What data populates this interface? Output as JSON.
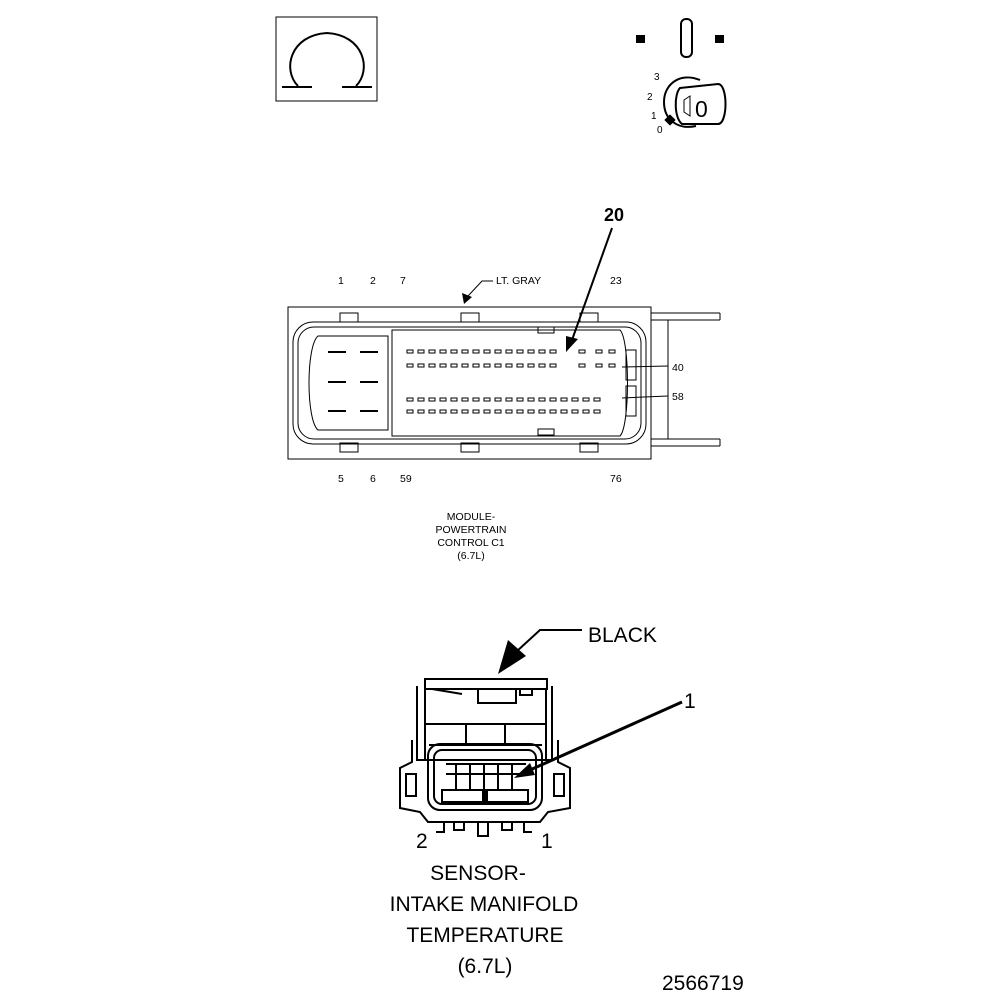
{
  "icons": {
    "ohm_symbol": "ohm-symbol-icon",
    "ignition_key": "ignition-key-icon",
    "ignition_positions": [
      "3",
      "2",
      "1",
      "0"
    ],
    "ignition_key_label": "0"
  },
  "pcm_connector": {
    "callout_number": "20",
    "color_label": "LT. GRAY",
    "top_pin_labels": [
      "1",
      "2",
      "7",
      "23"
    ],
    "bottom_pin_labels": [
      "5",
      "6",
      "59",
      "76"
    ],
    "right_pin_labels": [
      "40",
      "58"
    ],
    "title_lines": [
      "MODULE-",
      "POWERTRAIN",
      "CONTROL C1",
      "(6.7L)"
    ]
  },
  "iat_connector": {
    "color_label": "BLACK",
    "callout_number": "1",
    "pin_labels_left": "2",
    "pin_labels_right": "1",
    "title_lines": [
      "SENSOR-",
      "INTAKE MANIFOLD",
      "TEMPERATURE",
      "(6.7L)"
    ]
  },
  "figure_id": "2566719"
}
